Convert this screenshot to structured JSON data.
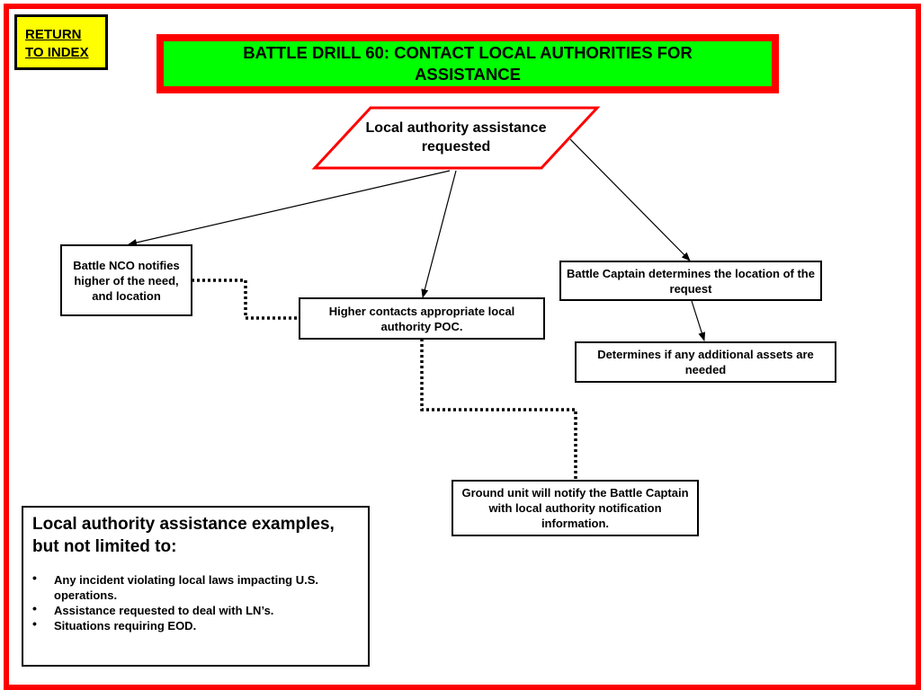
{
  "return_link": {
    "label_line1": "RETURN",
    "label_line2": "TO INDEX"
  },
  "title": {
    "text": "BATTLE DRILL 60: CONTACT LOCAL AUTHORITIES FOR ASSISTANCE"
  },
  "nodes": {
    "start": "Local authority assistance requested",
    "battle_nco": "Battle NCO notifies higher of the need, and location",
    "higher_contacts": "Higher contacts appropriate local authority POC.",
    "battle_captain": "Battle Captain determines the location of the request",
    "additional_assets": "Determines if any additional assets are needed",
    "ground_unit": "Ground unit will notify the Battle Captain with local authority notification information."
  },
  "examples": {
    "title": "Local authority assistance examples, but not limited to:",
    "items": [
      "Any incident violating local laws impacting U.S. operations.",
      "Assistance requested to deal with LN’s.",
      "Situations requiring EOD."
    ],
    "bullet": "•"
  },
  "colors": {
    "frame": "#ff0000",
    "banner_fill": "#00ff00",
    "return_fill": "#ffff00"
  }
}
